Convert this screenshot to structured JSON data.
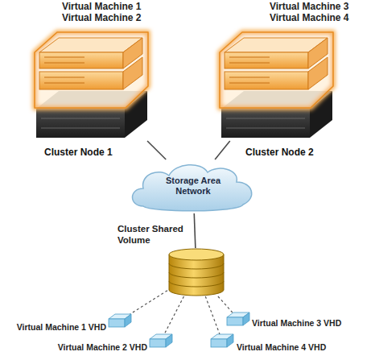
{
  "diagram": {
    "nodes": [
      {
        "text": [
          "Virtual Machine 1 Virtual Machine 2",
          "Cluster Node 1"
        ]
      },
      {
        "text": [
          "Virtual Machine 3 Virtual Machine 4",
          "Cluster Node 2"
        ]
      },
      {
        "text": [
          "Storage Area Network"
        ]
      },
      {
        "text": [
          "Cluster Shared Volume"
        ]
      },
      {
        "text": [
          "Virtual Machine 1 VHD"
        ]
      },
      {
        "text": [
          "Virtual Machine 3 VHD"
        ]
      },
      {
        "text": [
          "Virtual Machine 2 VHD"
        ]
      },
      {
        "text": [
          "Virtual Machine 4 VHD"
        ]
      }
    ],
    "edges": [
      {
        "from": 0,
        "to": 2,
        "arrow": "none"
      },
      {
        "from": 1,
        "to": 2,
        "arrow": "none"
      },
      {
        "from": 2,
        "to": 3,
        "arrow": "none"
      },
      {
        "from": 3,
        "to": 4,
        "arrow": "none"
      },
      {
        "from": 3,
        "to": 6,
        "arrow": "none"
      },
      {
        "from": 3,
        "to": 7,
        "arrow": "none"
      },
      {
        "from": 3,
        "to": 5,
        "arrow": "none"
      }
    ]
  }
}
